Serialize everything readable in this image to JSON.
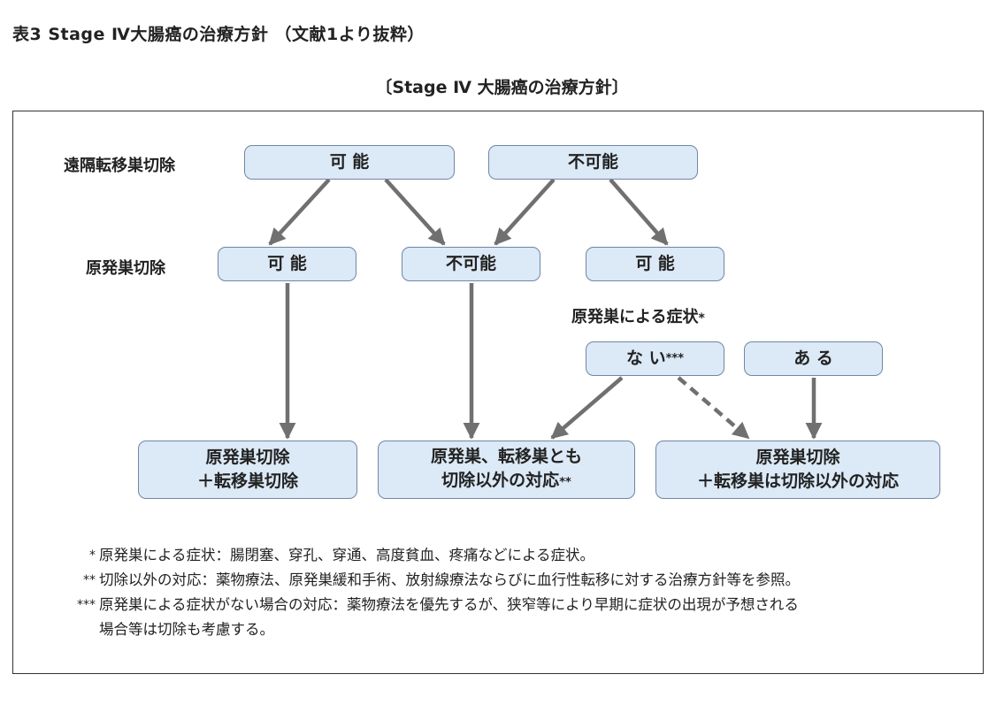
{
  "table_title": "表3 Stage Ⅳ大腸癌の治療方針 （文献1より抜粋）",
  "diagram_title": "〔Stage Ⅳ 大腸癌の治療方針〕",
  "row_labels": {
    "distant": "遠隔転移巣切除",
    "primary": "原発巣切除",
    "symptom": "原発巣による症状",
    "symptom_mark": "*"
  },
  "nodes": {
    "distant_possible": "可 能",
    "distant_impossible": "不可能",
    "primary_possible_a": "可 能",
    "primary_impossible": "不可能",
    "primary_possible_b": "可 能",
    "symptom_none": "な い",
    "symptom_none_mark": "***",
    "symptom_present": "あ る",
    "outcome_a_line1": "原発巣切除",
    "outcome_a_line2": "＋転移巣切除",
    "outcome_b_line1": "原発巣、転移巣とも",
    "outcome_b_line2": "切除以外の対応",
    "outcome_b_mark": "**",
    "outcome_c_line1": "原発巣切除",
    "outcome_c_line2": "＋転移巣は切除以外の対応"
  },
  "notes": [
    {
      "mark": "*",
      "text": "原発巣による症状：腸閉塞、穿孔、穿通、高度貧血、疼痛などによる症状。"
    },
    {
      "mark": "**",
      "text": "切除以外の対応：薬物療法、原発巣緩和手術、放射線療法ならびに血行性転移に対する治療方針等を参照。"
    },
    {
      "mark": "***",
      "text": "原発巣による症状がない場合の対応：薬物療法を優先するが、狭窄等により早期に症状の出現が予想される"
    },
    {
      "mark": "",
      "text": "場合等は切除も考慮する。"
    }
  ],
  "colors": {
    "node_fill": "#dce9f6",
    "node_border": "#6f87a4",
    "arrow": "#707070",
    "frame": "#333333"
  }
}
